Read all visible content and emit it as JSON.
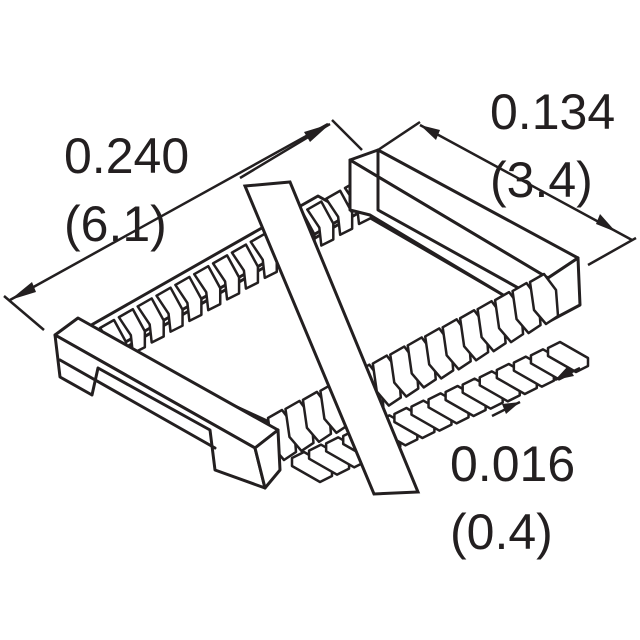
{
  "dimensions": {
    "length": {
      "inches": "0.240",
      "mm": "(6.1)"
    },
    "width": {
      "inches": "0.134",
      "mm": "(3.4)"
    },
    "pitch": {
      "inches": "0.016",
      "mm": "(0.4)"
    }
  },
  "colors": {
    "line": "#231f20",
    "fill": "#ffffff"
  }
}
